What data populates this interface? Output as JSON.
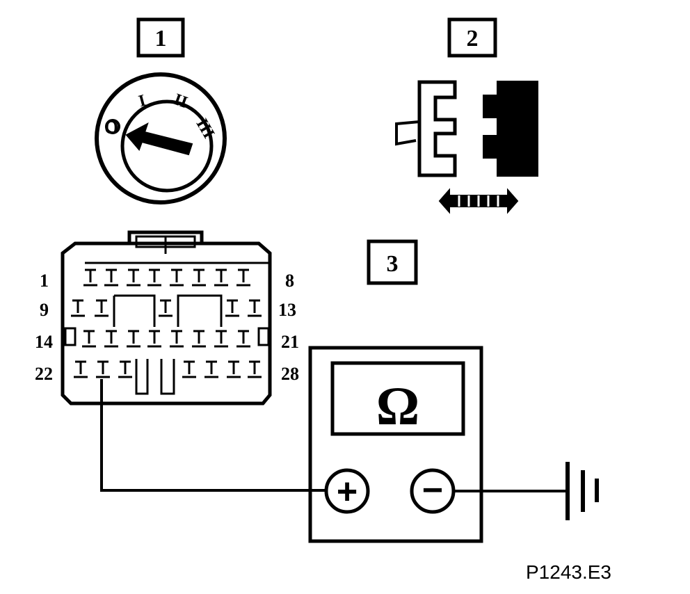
{
  "steps": {
    "step1": "1",
    "step2": "2",
    "step3": "3"
  },
  "ignition": {
    "pos0": "O",
    "pos1": "I",
    "pos2": "II",
    "pos3": "III"
  },
  "connector": {
    "row1_left": "1",
    "row1_right": "8",
    "row2_left": "9",
    "row2_right": "13",
    "row3_left": "14",
    "row3_right": "21",
    "row4_left": "22",
    "row4_right": "28"
  },
  "meter": {
    "display": "Ω",
    "plus": "+",
    "minus": "−"
  },
  "figure_ref": "P1243.E3"
}
